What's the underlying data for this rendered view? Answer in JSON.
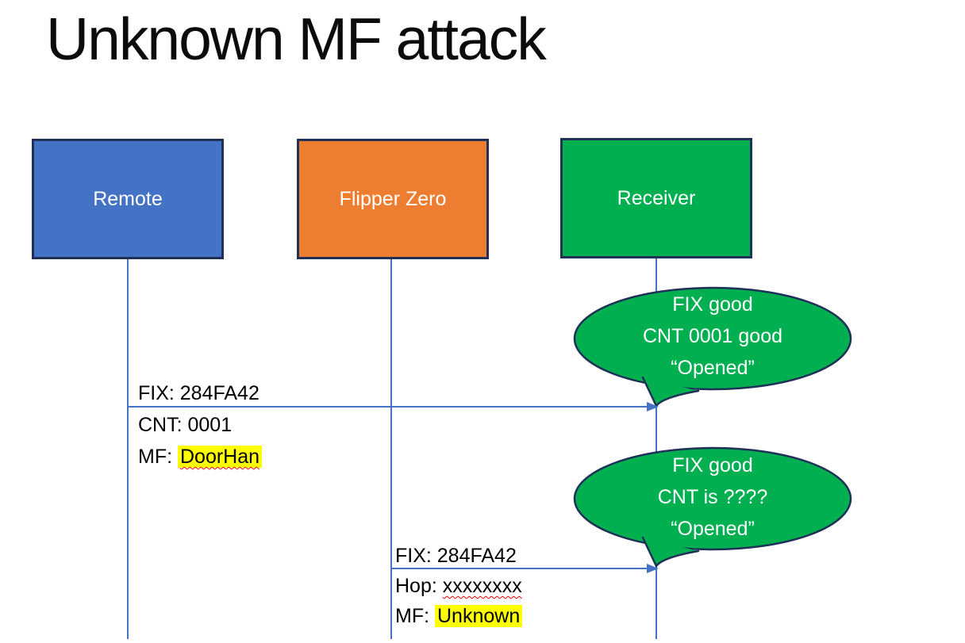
{
  "slide": {
    "title": "Unknown MF attack"
  },
  "actors": [
    {
      "label": "Remote",
      "fill": "#4472C4"
    },
    {
      "label": "Flipper Zero",
      "fill": "#ED7D31"
    },
    {
      "label": "Receiver",
      "fill": "#00B050"
    }
  ],
  "messages": [
    {
      "from": "Remote",
      "to": "Receiver",
      "line1": "FIX: 284FA42",
      "line2": "CNT: 0001",
      "line3_prefix": "MF: ",
      "line3_value": "DoorHan",
      "line3_highlighted": true,
      "line3_spellcheck_squiggle": true
    },
    {
      "from": "Flipper Zero",
      "to": "Receiver",
      "line1": "FIX: 284FA42",
      "line2_prefix": "Hop: ",
      "line2_value": "xxxxxxxx",
      "line2_spellcheck_squiggle": true,
      "line3_prefix": "MF: ",
      "line3_value": "Unknown",
      "line3_highlighted": true
    }
  ],
  "callouts": [
    {
      "line1": "FIX good",
      "line2": "CNT 0001 good",
      "line3": "“Opened”"
    },
    {
      "line1": "FIX good",
      "line2": "CNT is ????",
      "line3": "“Opened”"
    }
  ],
  "colors": {
    "actor_remote_fill": "#4472C4",
    "actor_flipper_fill": "#ED7D31",
    "actor_receiver_fill": "#00B050",
    "callout_fill": "#00B050",
    "shape_border": "#1F3157",
    "lifeline_and_arrow": "#4472C4",
    "highlight_yellow": "#FFFF00",
    "squiggle_red": "#FF0000",
    "title_text": "#0B0B0B",
    "label_text": "#000000",
    "box_text": "#FFFFFF"
  }
}
